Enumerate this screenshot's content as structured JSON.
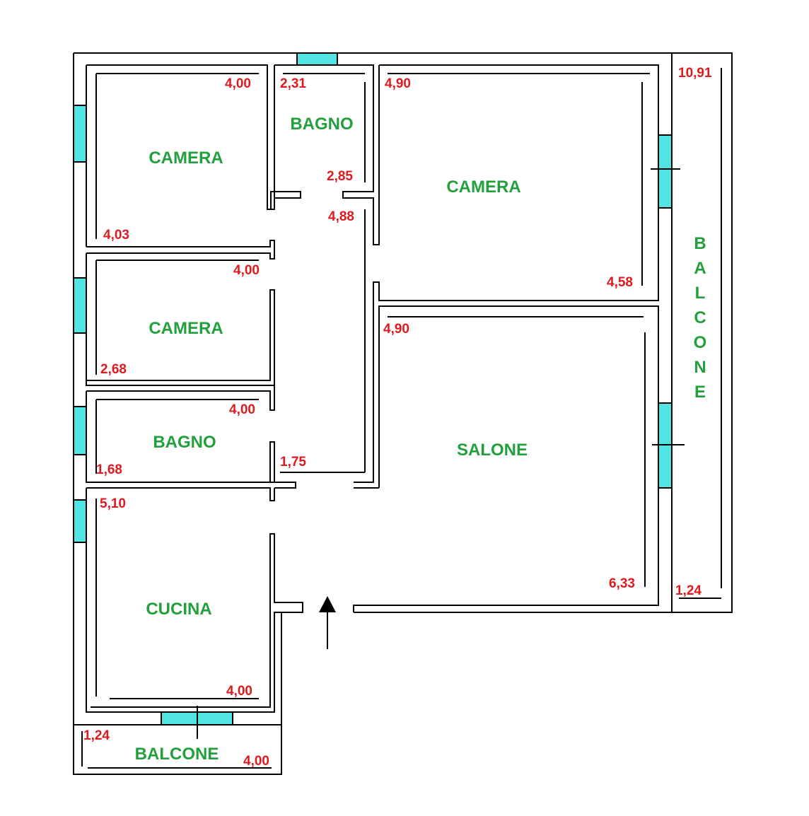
{
  "rooms": {
    "camera_1": "CAMERA",
    "bagno_top": "BAGNO",
    "camera_2": "CAMERA",
    "camera_3": "CAMERA",
    "bagno_mid": "BAGNO",
    "salone": "SALONE",
    "cucina": "CUCINA",
    "balcone_bottom": "BALCONE",
    "balcone_side": [
      "B",
      "A",
      "L",
      "C",
      "O",
      "N",
      "E"
    ]
  },
  "dims": {
    "camera_1_w": "4,00",
    "camera_1_h": "4,03",
    "bagno_top_w": "2,31",
    "bagno_top_h": "2,85",
    "camera_2_w": "4,90",
    "corridor_h": "4,88",
    "camera_2_h": "4,58",
    "camera_3_w": "4,00",
    "camera_3_h": "2,68",
    "bagno_mid_w": "4,00",
    "bagno_mid_h": "1,68",
    "corridor_w": "1,75",
    "salone_w": "4,90",
    "salone_h": "6,33",
    "cucina_h": "5,10",
    "cucina_w": "4,00",
    "balcone_side_h": "10,91",
    "balcone_side_w": "1,24",
    "balcone_bottom_h": "1,24",
    "balcone_bottom_w": "4,00"
  },
  "colors": {
    "label": "#22a03c",
    "dimension": "#e0191e",
    "window": "#52e3e3",
    "wall": "#000000"
  },
  "icons": [
    "entrance-arrow-icon"
  ]
}
